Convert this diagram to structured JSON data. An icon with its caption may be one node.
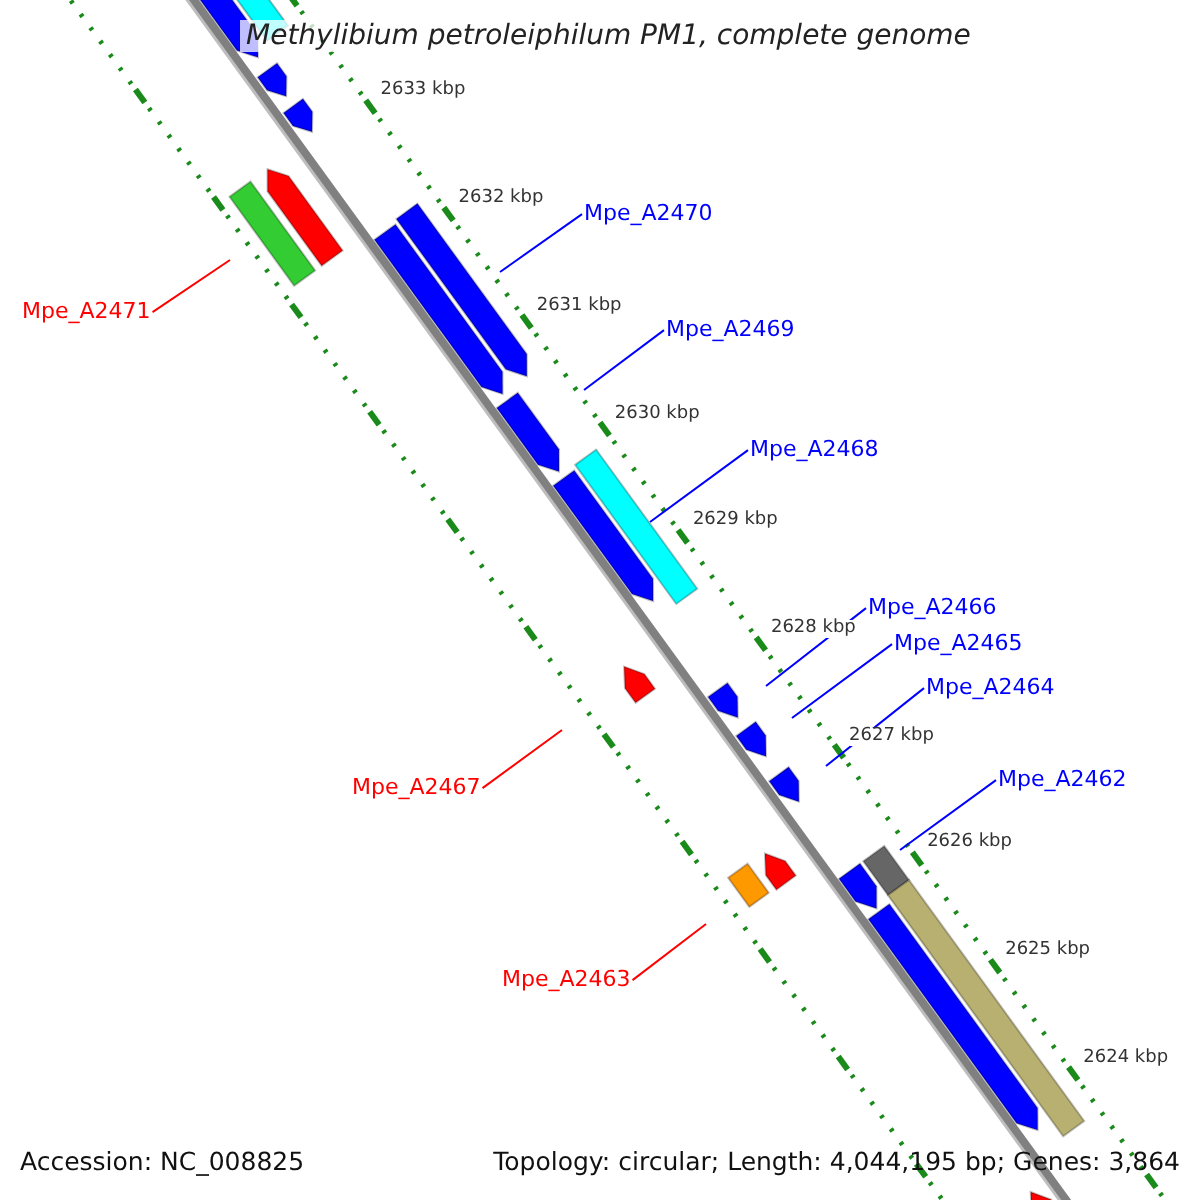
{
  "diagram": {
    "title": "Methylibium petroleiphilum PM1, complete genome",
    "nodes": [
      {
        "text": [
          "Mpe_A2470"
        ]
      },
      {
        "text": [
          "Mpe_A2471"
        ]
      },
      {
        "text": [
          "Mpe_A2469"
        ]
      },
      {
        "text": [
          "Mpe_A2468"
        ]
      },
      {
        "text": [
          "Mpe_A2466"
        ]
      },
      {
        "text": [
          "Mpe_A2465"
        ]
      },
      {
        "text": [
          "Mpe_A2464"
        ]
      },
      {
        "text": [
          "Mpe_A2462"
        ]
      },
      {
        "text": [
          "Mpe_A2467"
        ]
      },
      {
        "text": [
          "Mpe_A2463"
        ]
      }
    ],
    "edges": [
      {
        "from": 0,
        "to": null,
        "arrow": "none"
      },
      {
        "from": 1,
        "to": null,
        "arrow": "none",
        "color": "#ff0000"
      },
      {
        "from": 2,
        "to": null,
        "arrow": "none"
      },
      {
        "from": 3,
        "to": null,
        "arrow": "none"
      },
      {
        "from": 4,
        "to": null,
        "arrow": "none"
      },
      {
        "from": 5,
        "to": null,
        "arrow": "none"
      },
      {
        "from": 6,
        "to": null,
        "arrow": "none"
      },
      {
        "from": 7,
        "to": null,
        "arrow": "none"
      },
      {
        "from": 8,
        "to": null,
        "arrow": "none",
        "color": "#ff0000"
      },
      {
        "from": 9,
        "to": null,
        "arrow": "none",
        "color": "#ff0000"
      }
    ],
    "labels": [
      "2633 kbp",
      "2632 kbp",
      "2631 kbp",
      "2630 kbp",
      "2629 kbp",
      "2628 kbp",
      "2627 kbp",
      "2626 kbp",
      "2625 kbp",
      "2624 kbp",
      "Accession: NC_008825",
      "Topology: circular; Length: 4,044,195 bp; Genes: 3,864"
    ]
  }
}
